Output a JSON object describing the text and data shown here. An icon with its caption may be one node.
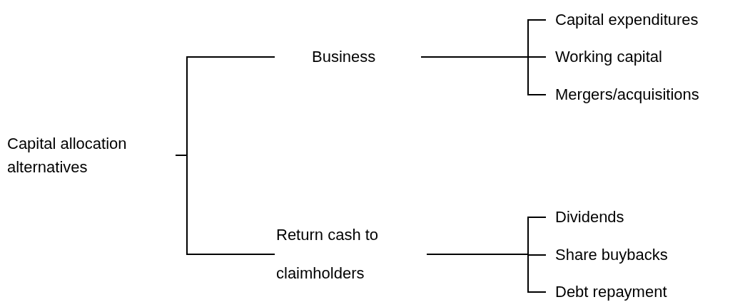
{
  "diagram": {
    "nodes": [
      {
        "text": [
          "Capital allocation alternatives"
        ]
      },
      {
        "text": [
          "Business"
        ]
      },
      {
        "text": [
          "Return cash to claimholders"
        ]
      },
      {
        "text": [
          "Capital expenditures"
        ]
      },
      {
        "text": [
          "Working capital"
        ]
      },
      {
        "text": [
          "Mergers/acquisitions"
        ]
      },
      {
        "text": [
          "Dividends"
        ]
      },
      {
        "text": [
          "Share buybacks"
        ]
      },
      {
        "text": [
          "Debt repayment"
        ]
      }
    ],
    "edges": [
      {
        "from": 0,
        "to": 1,
        "arrow": "none"
      },
      {
        "from": 0,
        "to": 2,
        "arrow": "none"
      },
      {
        "from": 1,
        "to": 3,
        "arrow": "none"
      },
      {
        "from": 1,
        "to": 4,
        "arrow": "none"
      },
      {
        "from": 1,
        "to": 5,
        "arrow": "none"
      },
      {
        "from": 2,
        "to": 6,
        "arrow": "none"
      },
      {
        "from": 2,
        "to": 7,
        "arrow": "none"
      },
      {
        "from": 2,
        "to": 8,
        "arrow": "none"
      }
    ]
  }
}
